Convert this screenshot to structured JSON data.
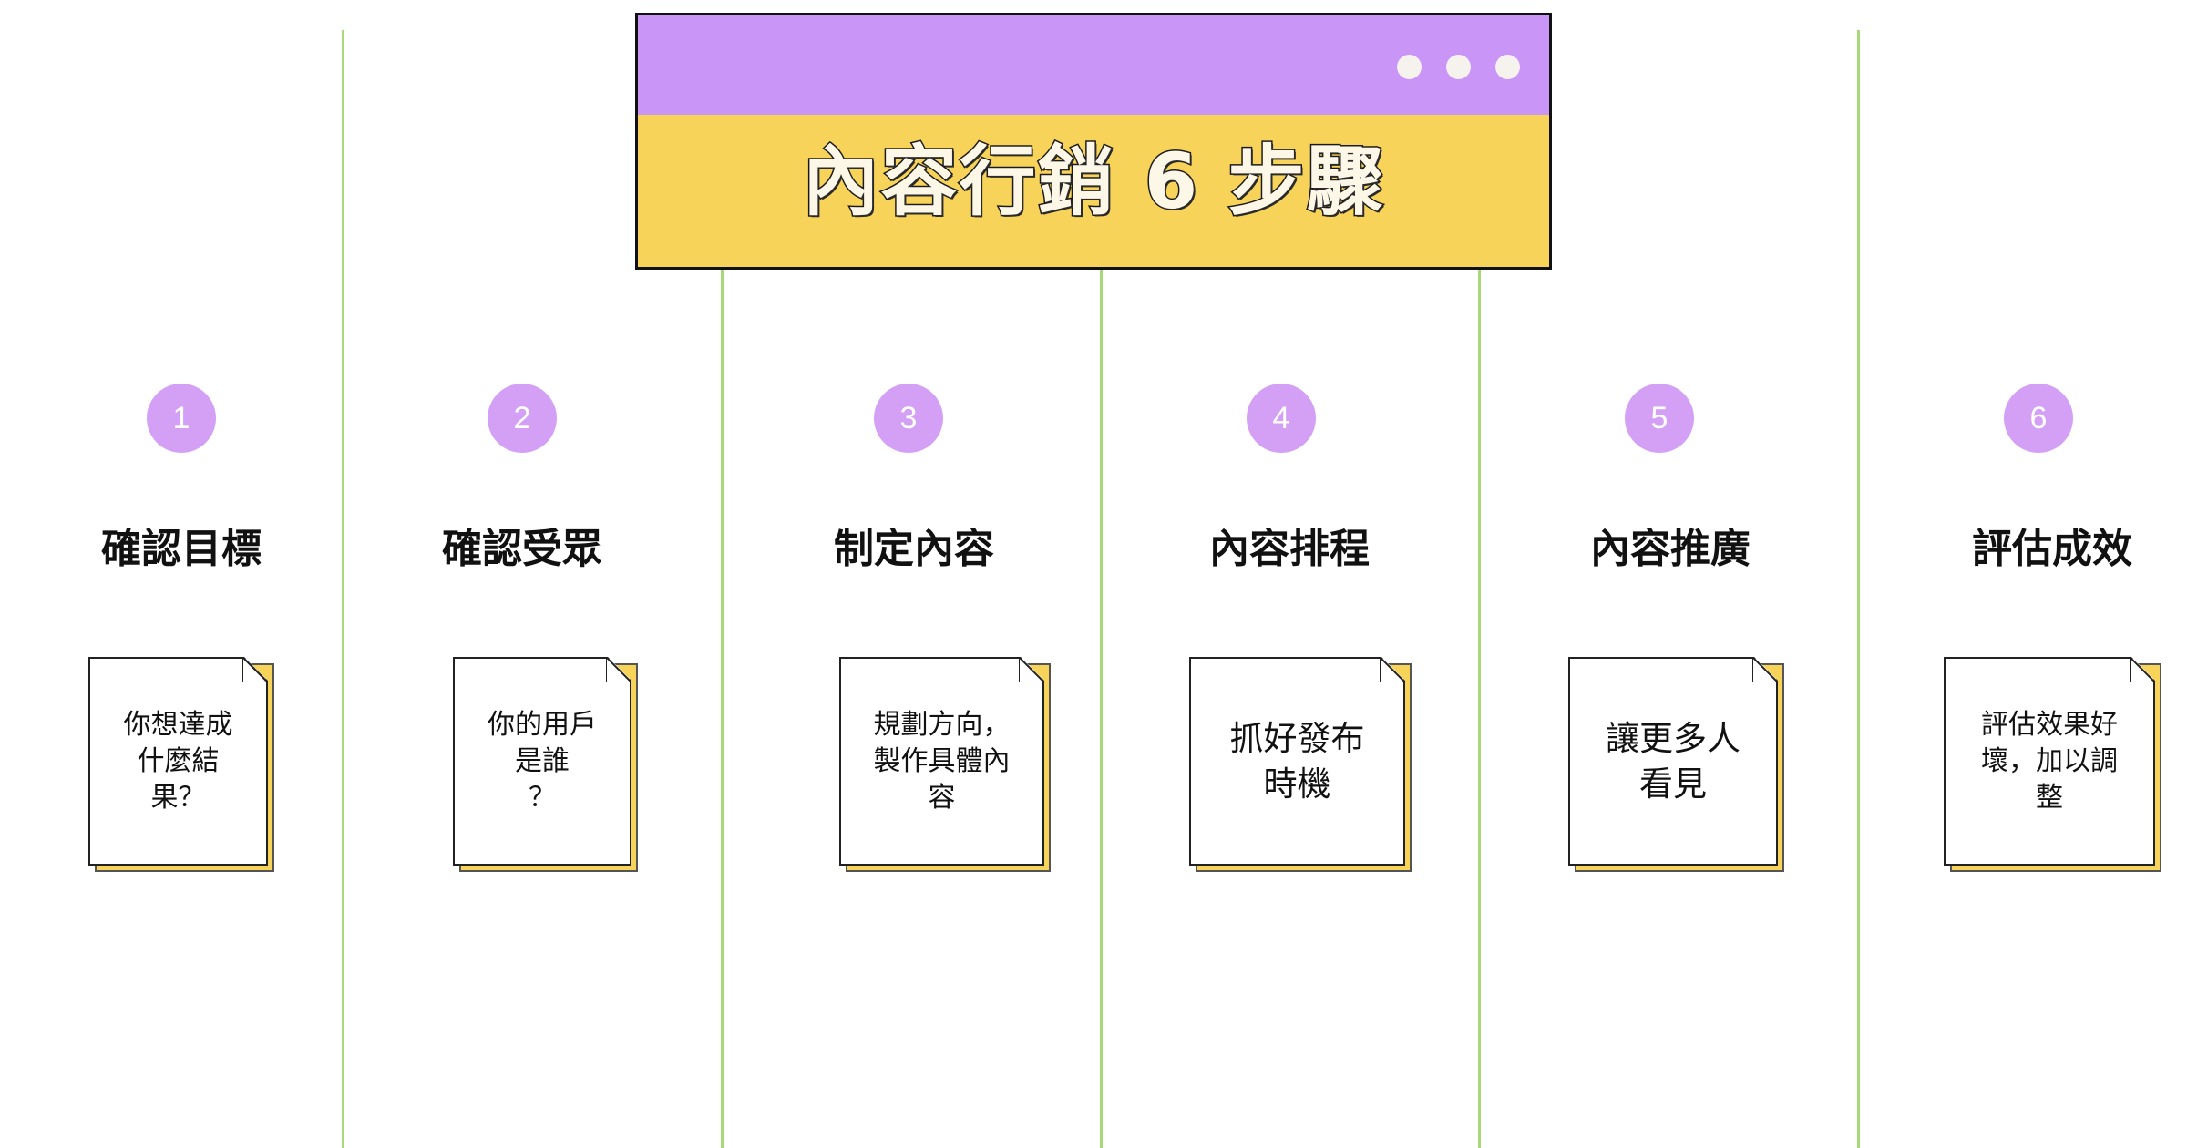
{
  "banner": {
    "title": "內容行銷 6 步驟",
    "dots": 3,
    "colors": {
      "top": "#c995f7",
      "bottom": "#f7d359",
      "dot": "#f6f2ee"
    }
  },
  "colors": {
    "divider": "#a8d878",
    "circle": "#d4a0f5",
    "card_shadow": "#f7d359"
  },
  "steps": [
    {
      "number": "1",
      "title": "確認目標",
      "description": "你想達成\n什麼結\n果？"
    },
    {
      "number": "2",
      "title": "確認受眾",
      "description": "你的用戶\n是誰\n？"
    },
    {
      "number": "3",
      "title": "制定內容",
      "description": "規劃方向，\n製作具體內\n容"
    },
    {
      "number": "4",
      "title": "內容排程",
      "description": "抓好發布\n時機"
    },
    {
      "number": "5",
      "title": "內容推廣",
      "description": "讓更多人\n看見"
    },
    {
      "number": "6",
      "title": "評估成效",
      "description": "評估效果好\n壞，加以調\n整"
    }
  ]
}
